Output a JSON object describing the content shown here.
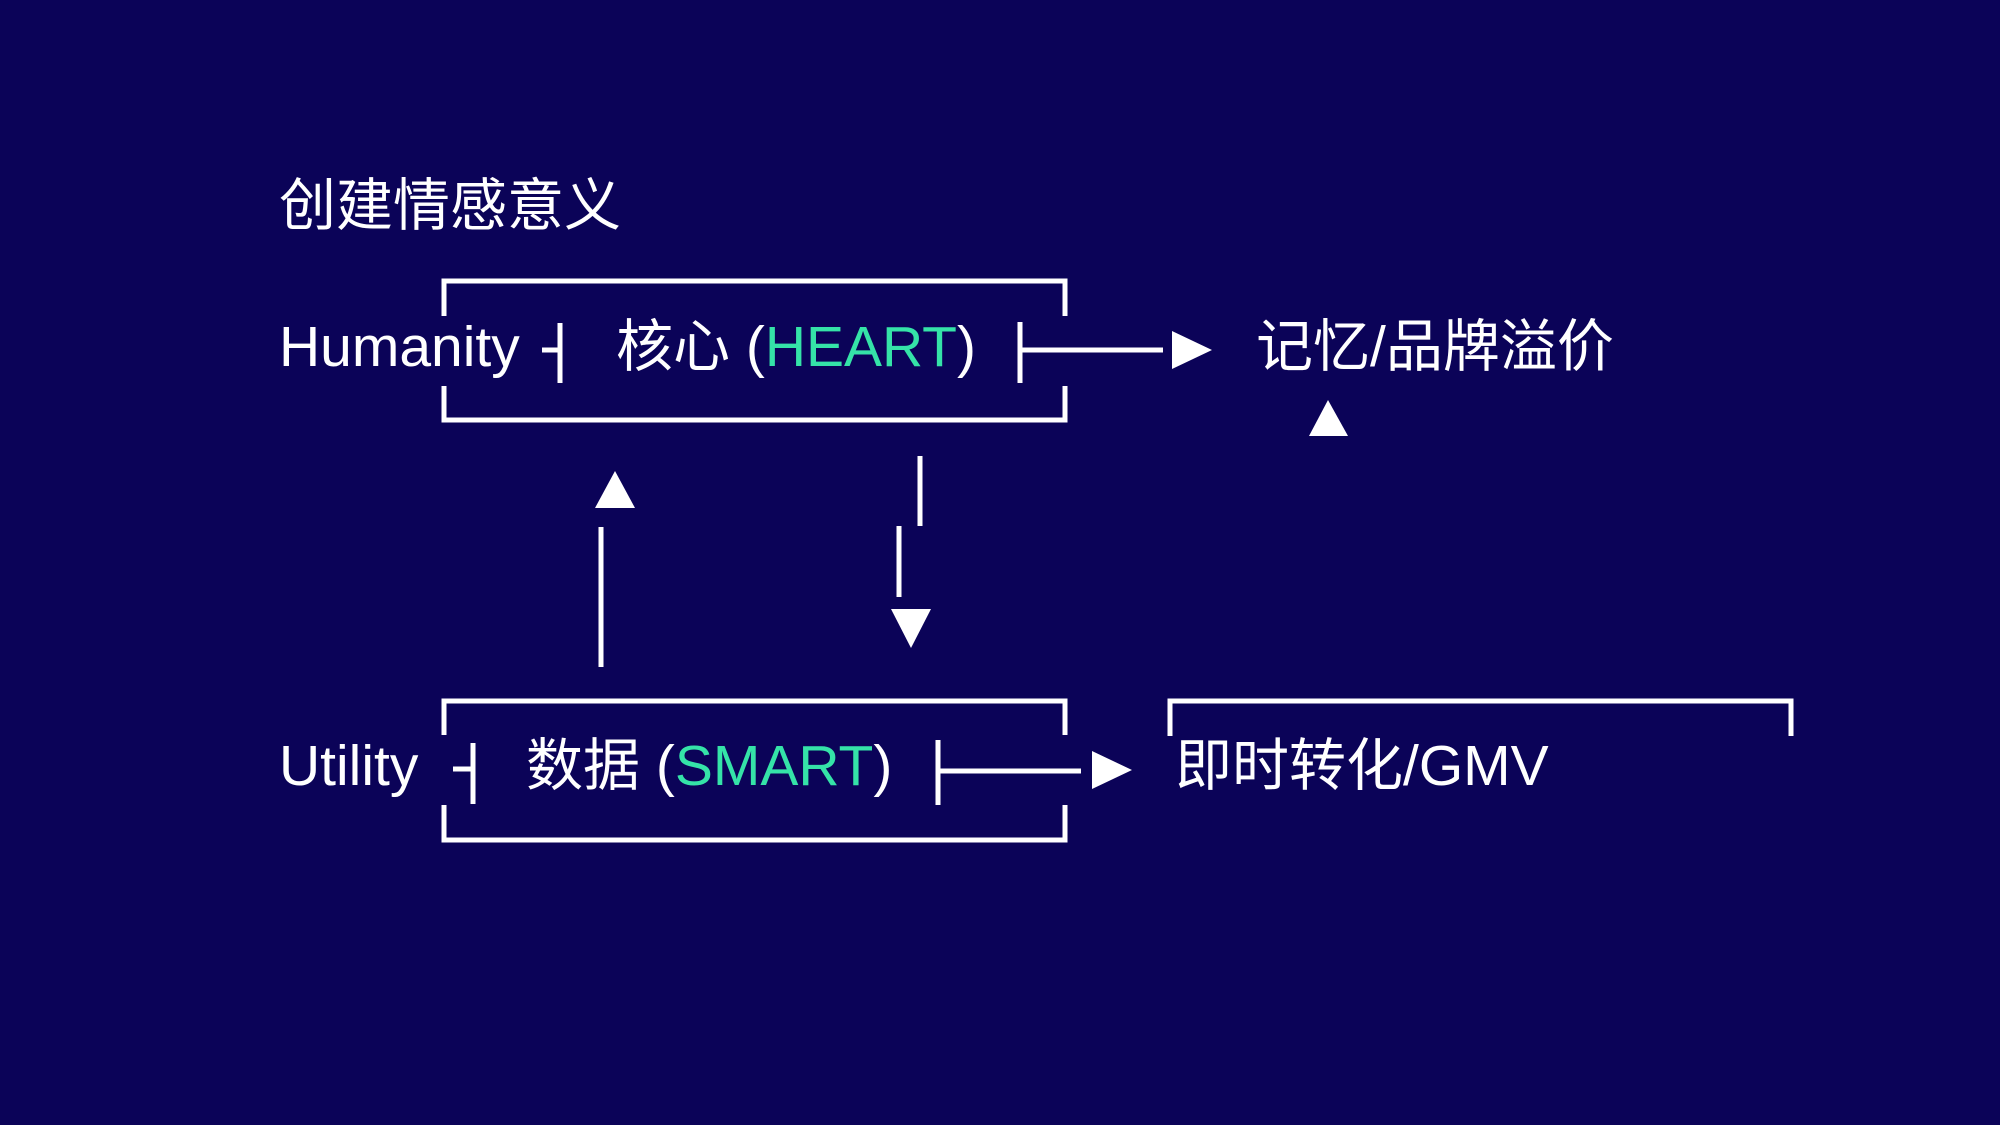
{
  "heading": "创建情感意义",
  "rows": {
    "heart": {
      "side_label": "Humanity",
      "box_label_prefix": "核心 (",
      "box_label_accent": "HEART",
      "box_label_suffix": ")",
      "output_label": "记忆/品牌溢价"
    },
    "smart": {
      "side_label": "Utility",
      "box_label_prefix": "数据 (",
      "box_label_accent": "SMART",
      "box_label_suffix": ")",
      "output_label": "即时转化/GMV"
    }
  },
  "colors": {
    "background": "#0b0358",
    "foreground": "#ffffff",
    "accent": "#35e3a8"
  }
}
